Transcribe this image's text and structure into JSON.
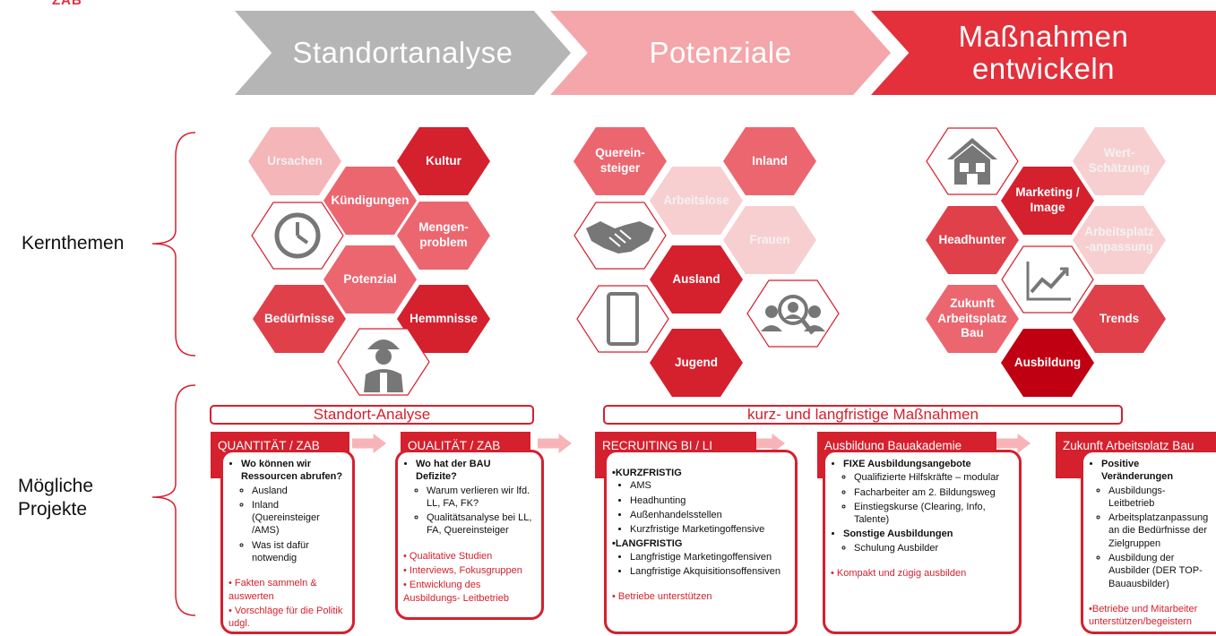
{
  "logo": "ZAB",
  "phases": [
    {
      "label_line1": "Standortanalyse",
      "label_line2": "",
      "color": "#b5b5b5"
    },
    {
      "label_line1": "Potenziale",
      "label_line2": "",
      "color": "#f4a6aa"
    },
    {
      "label_line1": "Maßnahmen",
      "label_line2": "entwickeln",
      "color": "#e3303b"
    }
  ],
  "side_labels": {
    "kernthemen": "Kernthemen",
    "projekte_line1": "Mögliche",
    "projekte_line2": "Projekte"
  },
  "hexagons": {
    "standort": {
      "ursachen": "Ursachen",
      "kultur": "Kultur",
      "kuendigungen": "Kündigungen",
      "mengenproblem_1": "Mengen-",
      "mengenproblem_2": "problem",
      "potenzial": "Potenzial",
      "beduerfnisse": "Bedürfnisse",
      "hemmnisse": "Hemmnisse"
    },
    "potenziale": {
      "quereinsteiger_1": "Querein-",
      "quereinsteiger_2": "steiger",
      "inland": "Inland",
      "arbeitslose": "Arbeitslose",
      "frauen": "Frauen",
      "ausland": "Ausland",
      "jugend": "Jugend"
    },
    "massnahmen": {
      "wertschaetzung_1": "Wert-",
      "wertschaetzung_2": "Schätzung",
      "marketing_1": "Marketing /",
      "marketing_2": "Image",
      "headhunter": "Headhunter",
      "arbeitsplatz_1": "Arbeitsplatz",
      "arbeitsplatz_2": "-anpassung",
      "zukunft_1": "Zukunft",
      "zukunft_2": "Arbeitsplatz",
      "zukunft_3": "Bau",
      "trends": "Trends",
      "ausbildung": "Ausbildung"
    }
  },
  "banners": {
    "standort": "Standort-Analyse",
    "massnahmen": "kurz- und langfristige Maßnahmen"
  },
  "projects": [
    {
      "header": "QUANTITÄT / ZAB",
      "q_line1": "Wo können wir",
      "q_line2": "Ressourcen abrufen?",
      "items": [
        "Ausland",
        "Inland (Quereinsteiger /AMS)",
        "Was ist dafür notwendig"
      ],
      "red": [
        "• Fakten sammeln & auswerten",
        "• Vorschläge für die Politik udgl."
      ]
    },
    {
      "header": "QUALITÄT / ZAB",
      "q_line1": "Wo hat der BAU",
      "q_line2": "Defizite?",
      "items": [
        "Warum verlieren wir lfd. LL, FA, FK?",
        "Qualitätsanalyse bei LL, FA, Quereinsteiger"
      ],
      "red": [
        "• Qualitative Studien",
        "• Interviews, Fokusgruppen",
        "• Entwicklung des Ausbildungs- Leitbetrieb"
      ]
    },
    {
      "header": "RECRUITING BI / LI",
      "kurz": "KURZFRISTIG",
      "kurz_items": [
        "AMS",
        "Headhunting",
        "Außenhandelsstellen",
        "Kurzfristige Marketingoffensive"
      ],
      "lang": "LANGFRISTIG",
      "lang_items": [
        "Langfristige Marketingoffensiven",
        "Langfristige Akquisitionsoffensiven"
      ],
      "red": [
        "• Betriebe unterstützen"
      ]
    },
    {
      "header": "Ausbildung Bauakademie",
      "fixe": "FIXE Ausbildungsangebote",
      "fixe_items": [
        "Qualifizierte Hilfskräfte – modular",
        "Facharbeiter am 2. Bildungsweg",
        "Einstiegskurse (Clearing, Info, Talente)"
      ],
      "sonst": "Sonstige Ausbildungen",
      "sonst_items": [
        "Schulung Ausbilder"
      ],
      "red": [
        "• Kompakt und zügig ausbilden"
      ]
    },
    {
      "header": "Zukunft Arbeitsplatz Bau",
      "pos": "Positive Veränderungen",
      "pos_items": [
        "Ausbildungs- Leitbetrieb",
        "Arbeitsplatzanpassung an die Bedürfnisse der Zielgruppen",
        "Ausbildung der Ausbilder (DER TOP- Bauausbilder)"
      ],
      "red": [
        "•Betriebe und Mitarbeiter unterstützen/begeistern"
      ]
    }
  ],
  "colors": {
    "red": "#d5202e",
    "dark_red": "#c00012",
    "mid_red": "#e0404a",
    "rose": "#ec6670",
    "light_rose": "#f5b6b9",
    "pale_rose": "#f8cfd1",
    "gray": "#b5b5b5",
    "connector": "#f7b4b8"
  },
  "icons": [
    "clock-icon",
    "worker-icon",
    "handshake-icon",
    "tablet-icon",
    "people-search-icon",
    "house-icon",
    "chart-up-icon"
  ]
}
